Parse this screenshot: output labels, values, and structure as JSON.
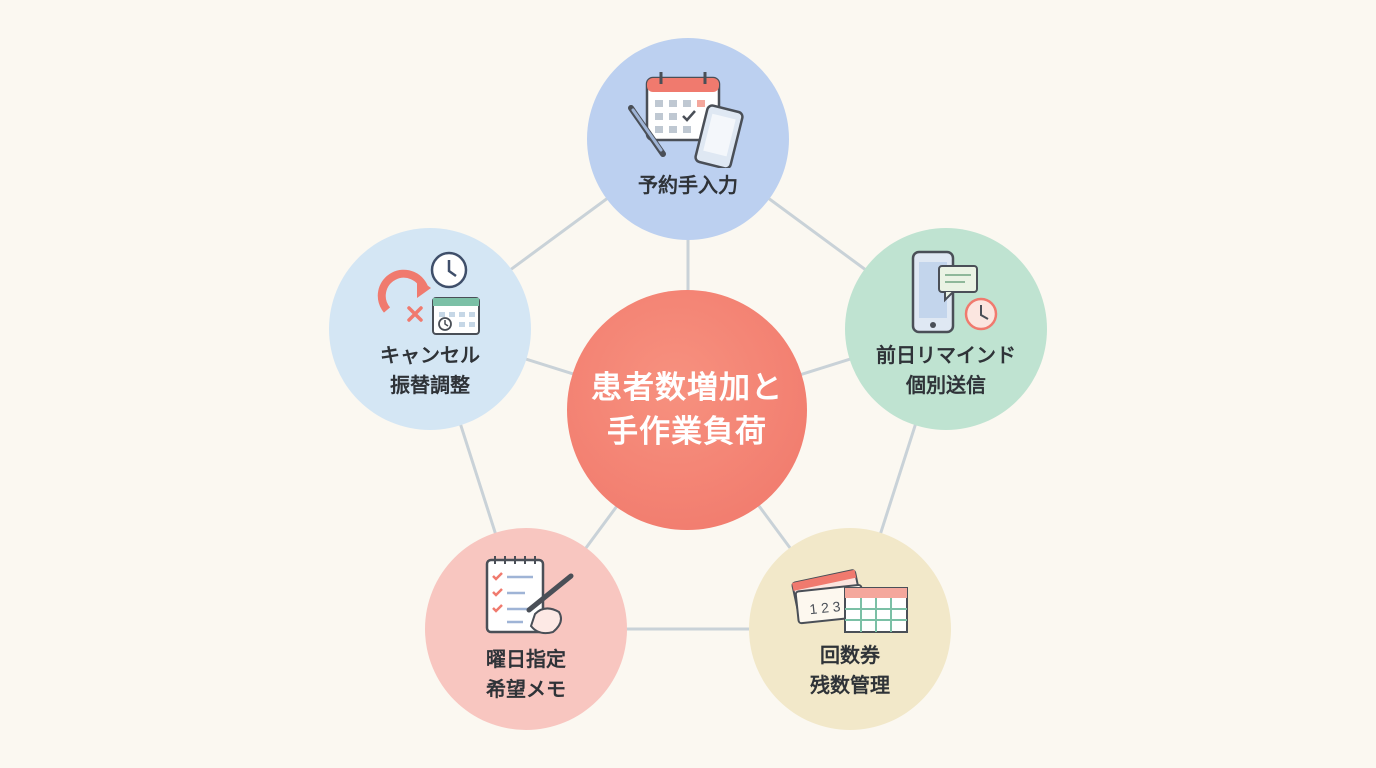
{
  "center": {
    "line1": "患者数増加と",
    "line2": "手作業負荷"
  },
  "nodes": {
    "top": {
      "line1": "予約手入力",
      "icon": "calendar-pen-phone-icon"
    },
    "right": {
      "line1": "前日リマインド",
      "line2": "個別送信",
      "icon": "phone-chat-clock-icon"
    },
    "bottom_right": {
      "line1": "回数券",
      "line2": "残数管理",
      "icon": "tickets-table-icon"
    },
    "bottom_left": {
      "line1": "曜日指定",
      "line2": "希望メモ",
      "icon": "checklist-writing-icon"
    },
    "left": {
      "line1": "キャンセル",
      "line2": "振替調整",
      "icon": "reschedule-clock-calendar-icon"
    }
  },
  "colors": {
    "center": "#f0776a",
    "top": "#bcd0f0",
    "right": "#bfe3d1",
    "bottom_right": "#f2e8c9",
    "bottom_left": "#f8c6c0",
    "left": "#d4e6f4",
    "links": "#c9d2d8"
  }
}
